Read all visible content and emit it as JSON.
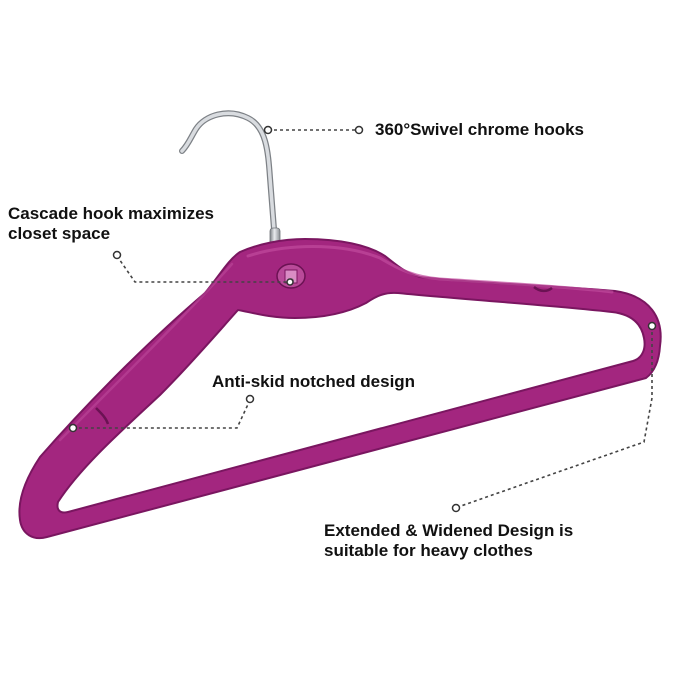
{
  "image": {
    "subject": "velvet-hanger-icon",
    "colors": {
      "hanger": "#a3267f",
      "hanger_edge": "#7a1660",
      "hanger_highlight": "#c04a9c",
      "hook": "#c9ccd1",
      "hook_shadow": "#7d8186",
      "leader_line": "#444444",
      "text": "#111111",
      "background": "#ffffff"
    }
  },
  "callouts": {
    "swivel": {
      "text": "360°Swivel chrome hooks"
    },
    "cascade": {
      "line1": "Cascade hook maximizes",
      "line2": "closet space"
    },
    "antiskid": {
      "text": "Anti-skid notched design"
    },
    "extended": {
      "line1": "Extended & Widened Design is",
      "line2": "suitable for heavy clothes"
    }
  }
}
